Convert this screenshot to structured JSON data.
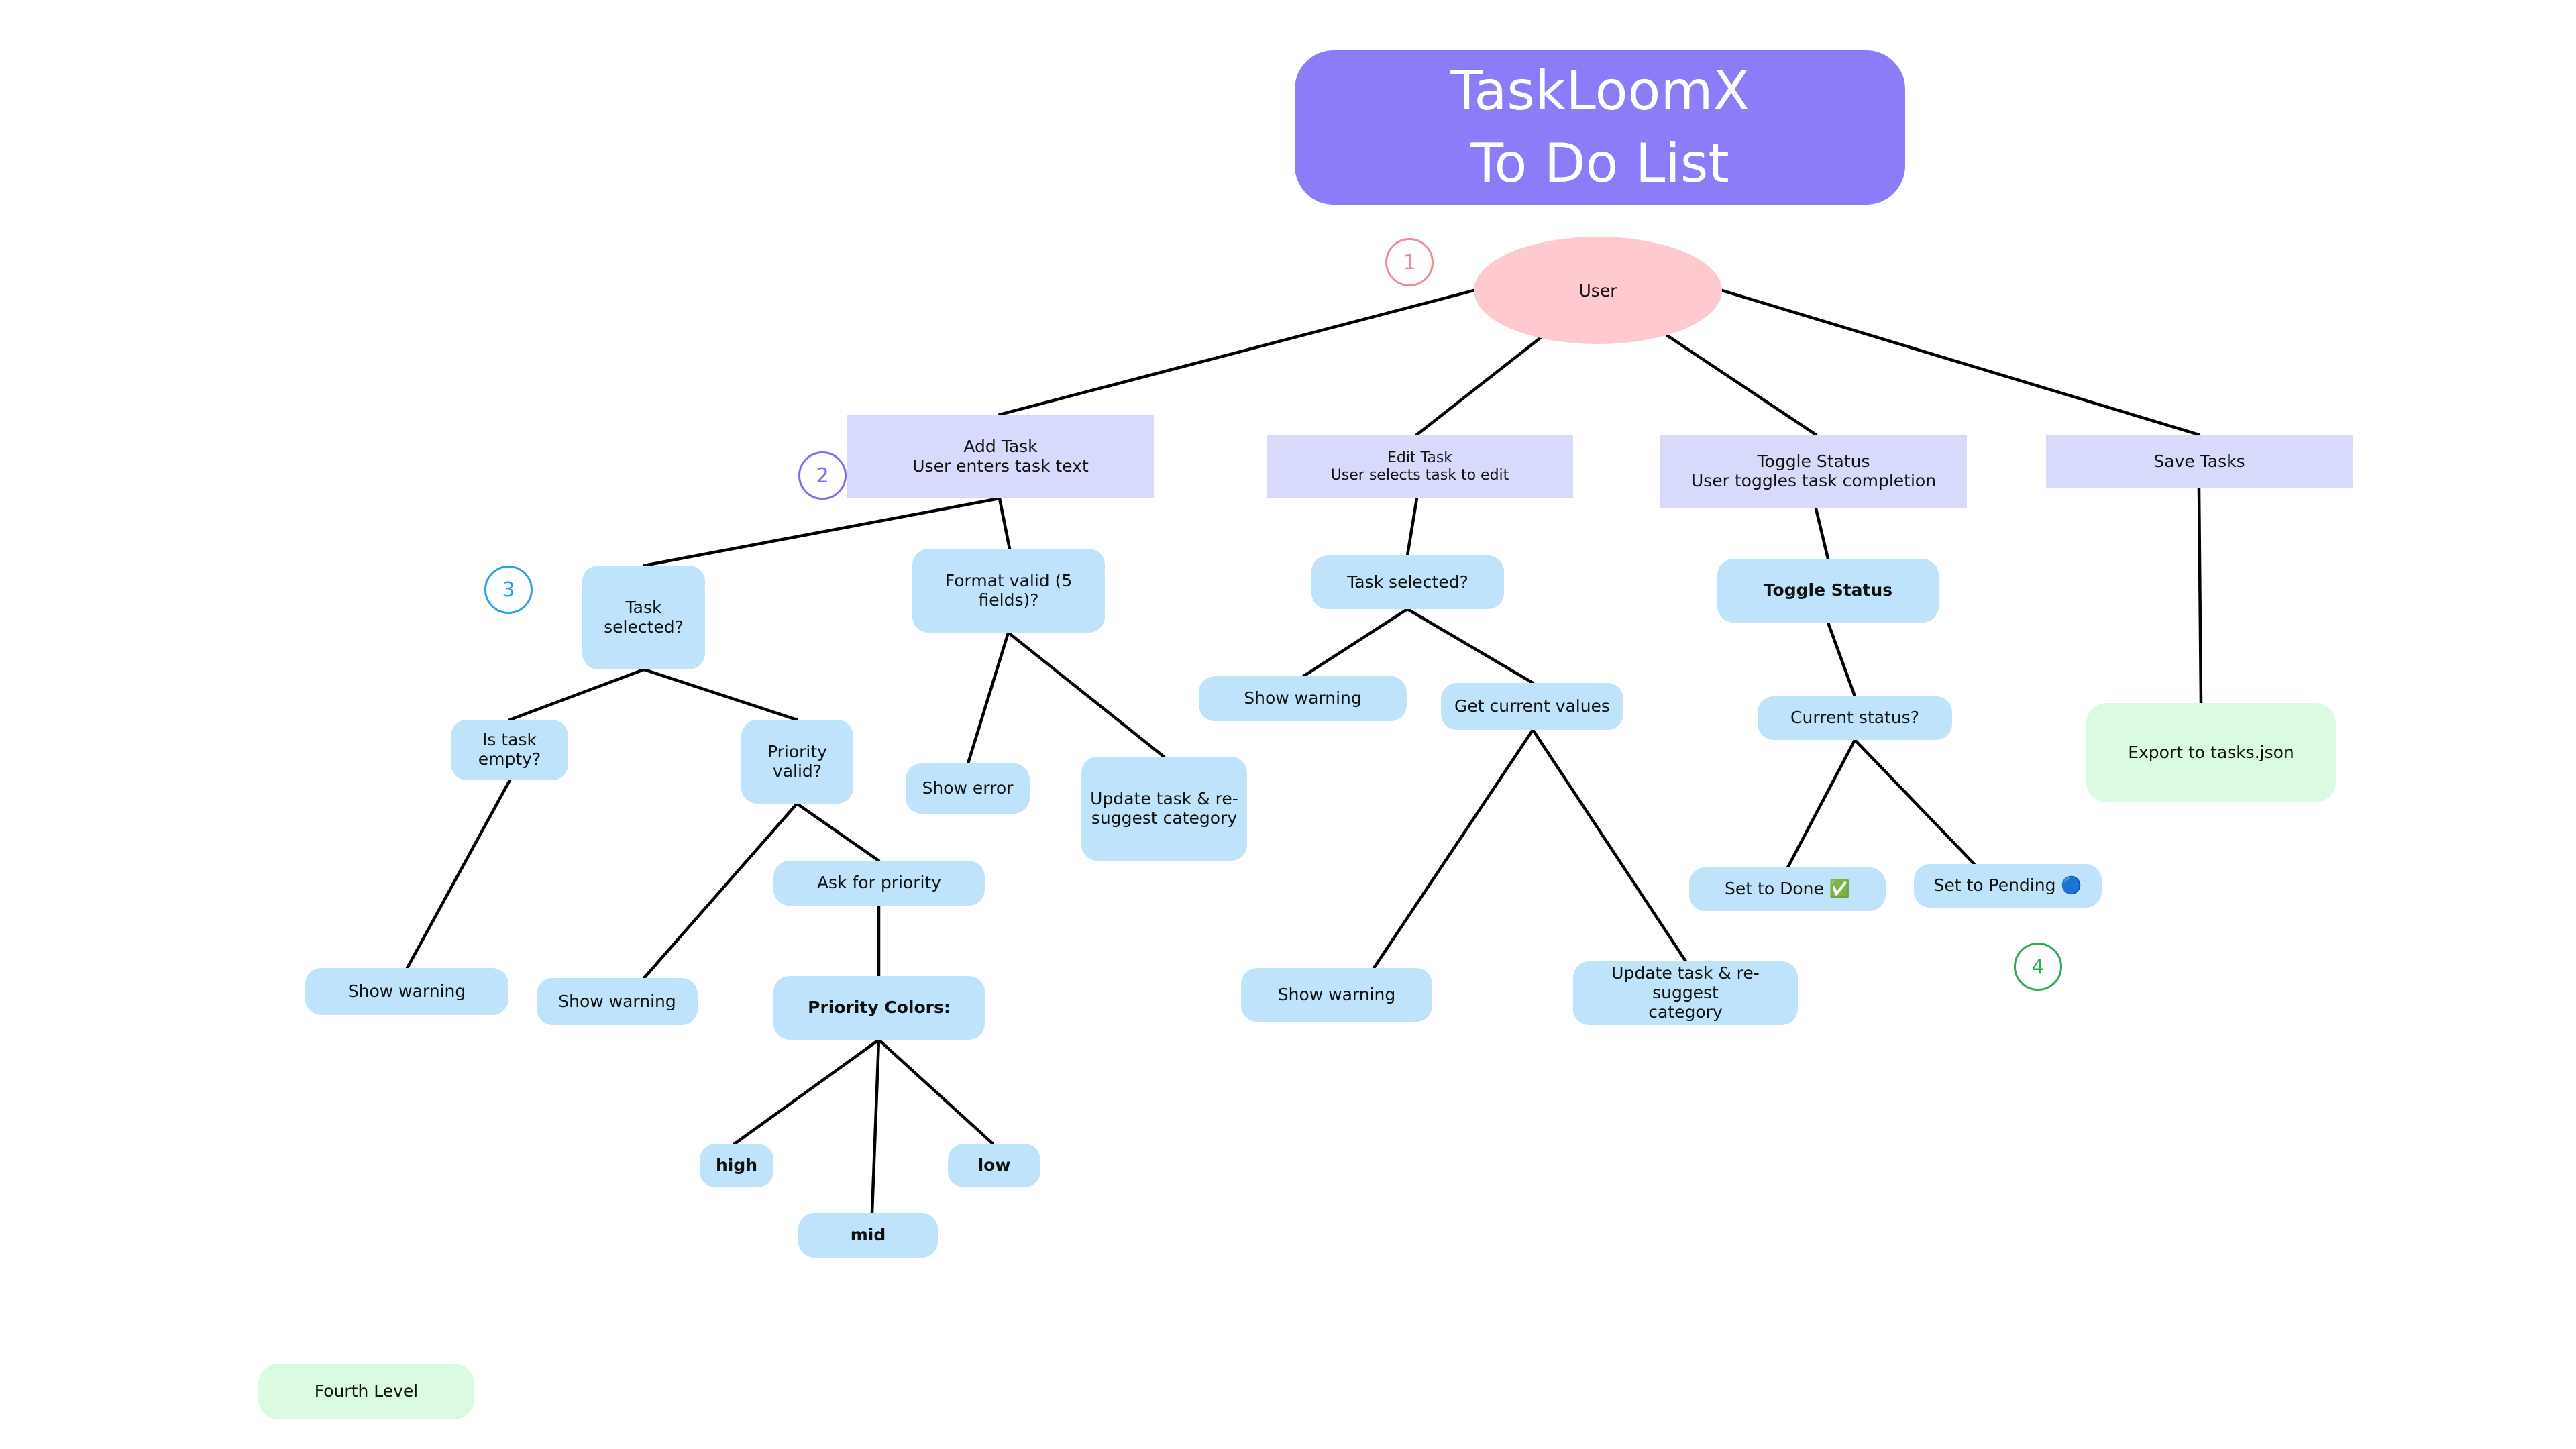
{
  "title": {
    "line1": "TaskLoomX",
    "line2": "To Do List"
  },
  "root": {
    "label": "User"
  },
  "markers": [
    "1",
    "2",
    "3",
    "4"
  ],
  "marker_colors": [
    "#f08a97",
    "#7c6ff0",
    "#2e9fe0",
    "#2eaa55"
  ],
  "branches": {
    "add_task": {
      "header": "Add Task\nUser enters task text",
      "task_selected": "Task\nselected?",
      "is_task_empty": "Is task\nempty?",
      "show_warning_empty": "Show warning",
      "priority_valid": "Priority\nvalid?",
      "show_warning_priority": "Show warning",
      "ask_priority": "Ask for priority",
      "priority_colors": "Priority Colors:",
      "high": "high",
      "mid": "mid",
      "low": "low",
      "format_valid": "Format valid (5\nfields)?",
      "show_error": "Show error",
      "update_task": "Update task & re-\nsuggest category"
    },
    "edit_task": {
      "header": "Edit Task\nUser selects task to edit",
      "task_selected": "Task selected?",
      "show_warning": "Show warning",
      "get_current_values": "Get current values",
      "show_warning_2": "Show warning",
      "update_task": "Update task & re-suggest\ncategory"
    },
    "toggle_status": {
      "header": "Toggle Status\nUser toggles task completion",
      "toggle": "Toggle Status",
      "current_status": "Current status?",
      "set_done": "Set to Done ✅",
      "set_pending": "Set to Pending 🔵"
    },
    "save_tasks": {
      "header": "Save Tasks",
      "export": "Export to tasks.json"
    }
  },
  "legend": {
    "label": "Fourth Level"
  },
  "colors": {
    "title_bg": "#8d7cf8",
    "root_bg": "#ffc9d0",
    "level1_bg": "#d8dafb",
    "node_bg": "#bfe3fb",
    "leaf_green_bg": "#dafbe1"
  }
}
